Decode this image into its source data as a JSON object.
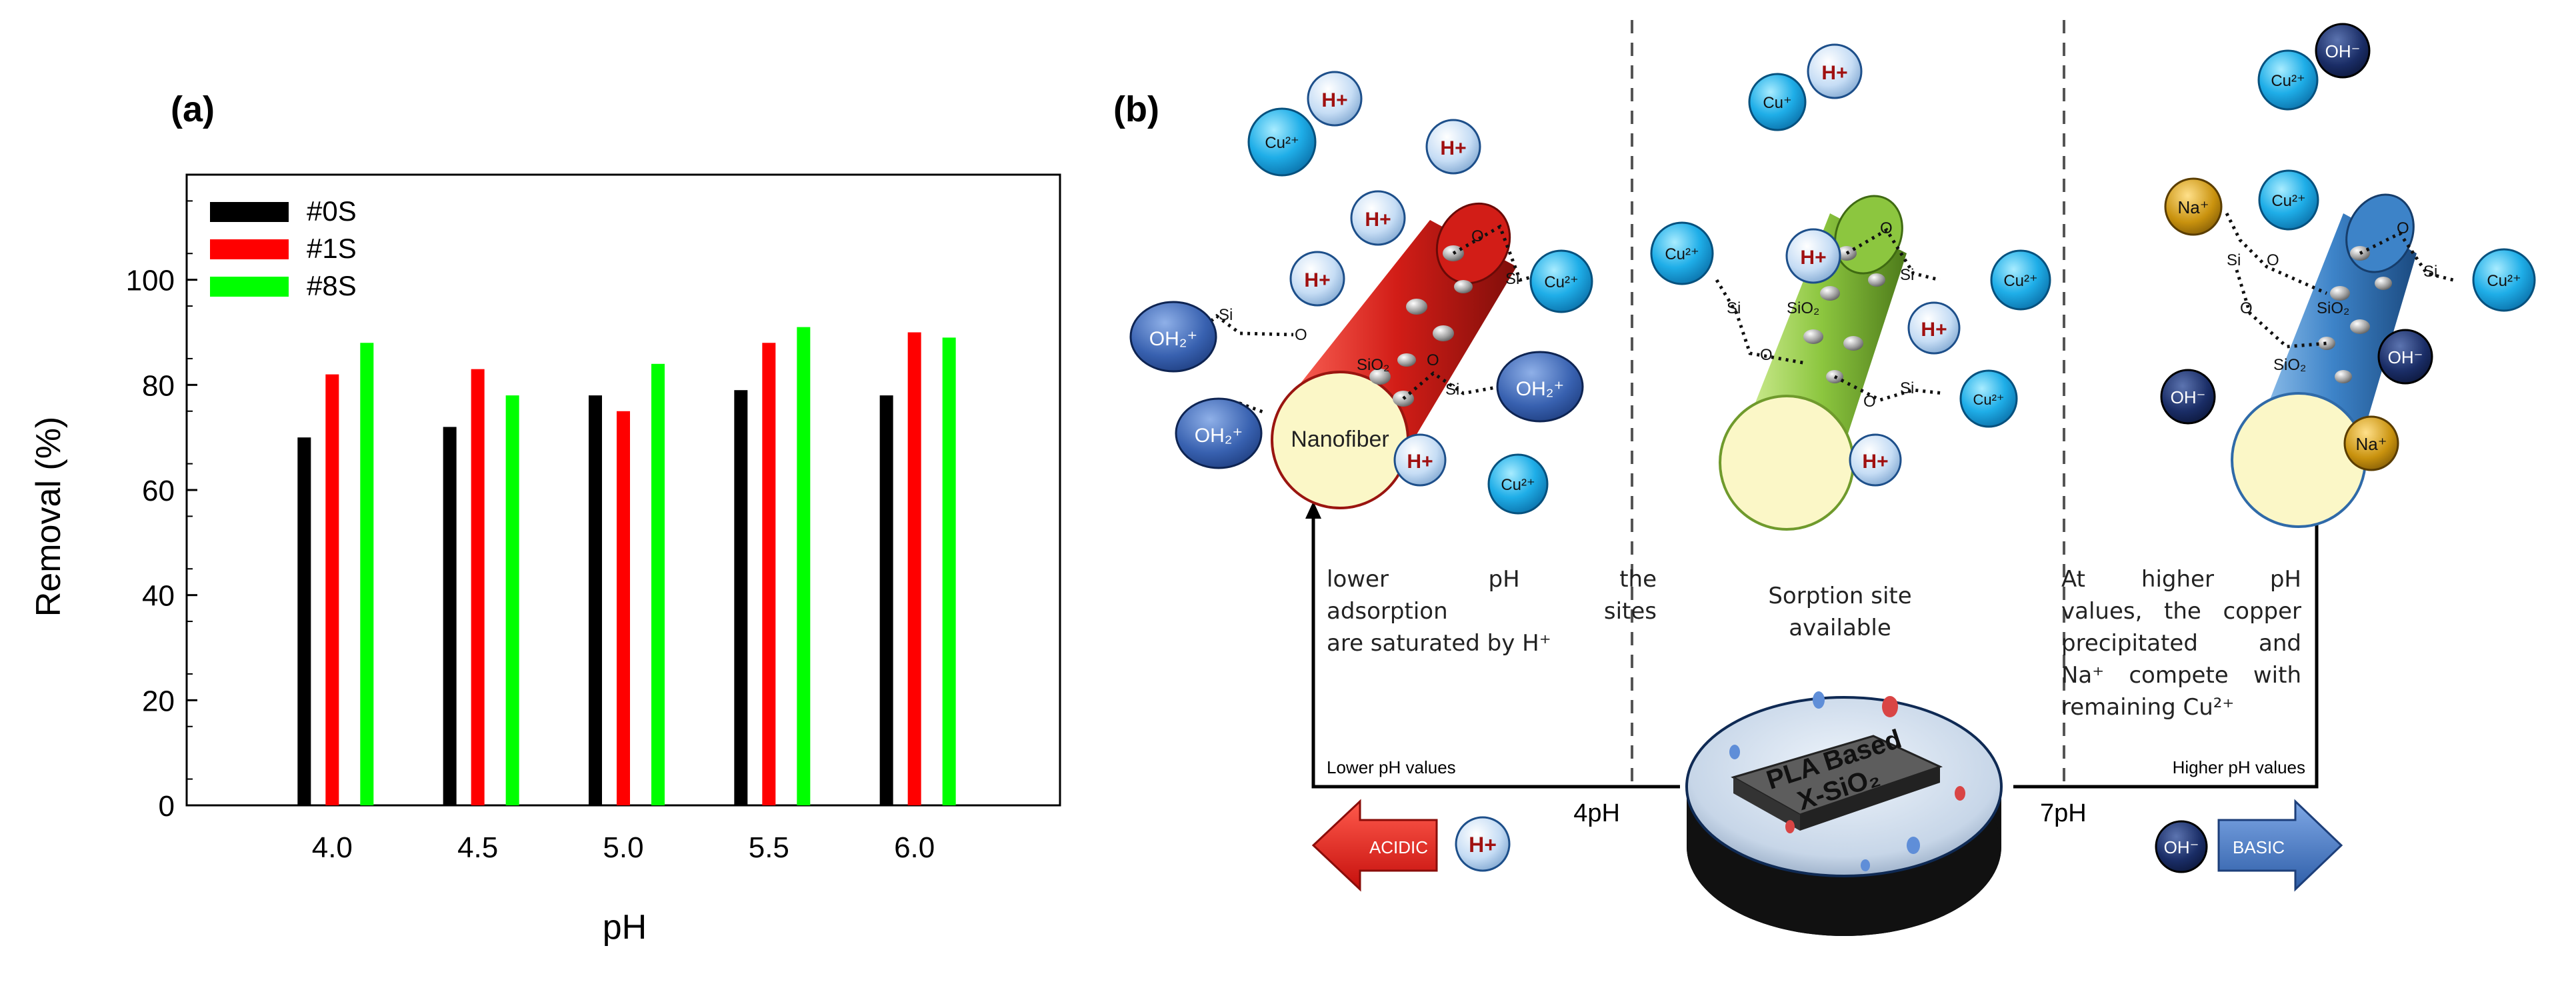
{
  "chart_data": {
    "type": "bar",
    "panel_label": "(a)",
    "categories": [
      "4.0",
      "4.5",
      "5.0",
      "5.5",
      "6.0"
    ],
    "series": [
      {
        "name": "#0S",
        "color": "#000000",
        "values": [
          70,
          72,
          78,
          79,
          78
        ]
      },
      {
        "name": "#1S",
        "color": "#ff0000",
        "values": [
          82,
          83,
          75,
          88,
          90
        ]
      },
      {
        "name": "#8S",
        "color": "#00ff00",
        "values": [
          88,
          78,
          84,
          91,
          89
        ]
      }
    ],
    "xlabel": "pH",
    "ylabel": "Removal (%)",
    "ylim": [
      0,
      120
    ],
    "yticks": [
      0,
      20,
      40,
      60,
      80,
      100
    ],
    "grid": false,
    "legend_position": "top-left"
  },
  "schematic": {
    "panel_label": "(b)",
    "ions": {
      "h_plus": "H+",
      "cu2_plus": "Cu²⁺",
      "cu_plus": "Cu⁺",
      "oh2_plus": "OH₂⁺",
      "oh_minus": "OH⁻",
      "na_plus": "Na⁺"
    },
    "chem": {
      "si": "Si",
      "o": "O",
      "sio2": "SiO₂"
    },
    "fiber_label": "Nanofiber",
    "left_text": [
      "lower pH the",
      "adsorption sites",
      "are saturated by H⁺"
    ],
    "middle_text": [
      "Sorption site",
      "available"
    ],
    "right_text": [
      "At higher pH",
      "values, the copper",
      "precipitated and",
      "Na⁺ compete with",
      "remaining Cu²⁺"
    ],
    "lower_ph_label": "Lower pH values",
    "higher_ph_label": "Higher pH values",
    "ph_left": "4pH",
    "ph_right": "7pH",
    "acidic_label": "ACIDIC",
    "basic_label": "BASIC",
    "disc_label_1": "PLA Based",
    "disc_label_2": "X-SiO₂",
    "colors": {
      "acidic": "#e8181c",
      "basic": "#3f74c4",
      "fiber_acidic": "#d21d17",
      "fiber_neutral": "#8cc63f",
      "fiber_basic": "#3d83c8",
      "cu_ion": "#1faee8",
      "h_ion": "#c6ddf5",
      "oh2_ion": "#3861b0",
      "oh_ion": "#1a2d66",
      "na_ion": "#c9920e"
    }
  }
}
